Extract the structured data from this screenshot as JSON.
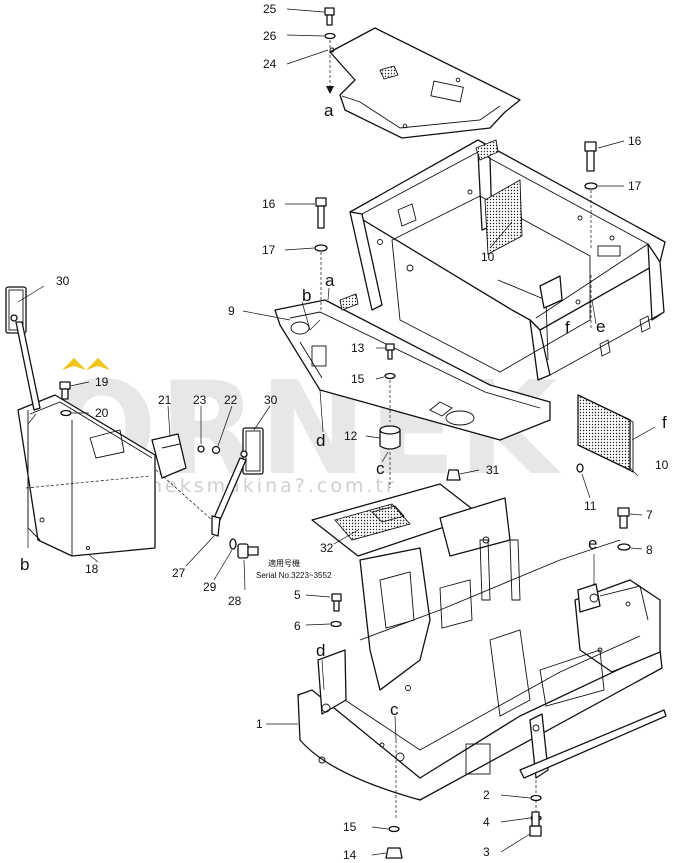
{
  "watermark": {
    "brand": "ORNEK",
    "url": "www.orneksmakina?.com.tr"
  },
  "serial_note": {
    "jp": "適用号機",
    "serial": "Serial No.3223~3552"
  },
  "connection_letters": {
    "a_top": "a",
    "a_mid": "a",
    "b_frame": "b",
    "b_panel": "b",
    "c_mid": "c",
    "c_low": "c",
    "d_mid": "d",
    "d_low": "d",
    "e_top": "e",
    "e_low": "e",
    "f_mid": "f",
    "f_panel": "f"
  },
  "part_numbers": {
    "p1": "1",
    "p2": "2",
    "p3": "3",
    "p4": "4",
    "p5": "5",
    "p6": "6",
    "p7": "7",
    "p8": "8",
    "p9": "9",
    "p10a": "10",
    "p10b": "10",
    "p11": "11",
    "p12": "12",
    "p13": "13",
    "p14": "14",
    "p15a": "15",
    "p15b": "15",
    "p16a": "16",
    "p16b": "16",
    "p17a": "17",
    "p17b": "17",
    "p18": "18",
    "p19": "19",
    "p20": "20",
    "p21": "21",
    "p22": "22",
    "p23": "23",
    "p24": "24",
    "p25": "25",
    "p26": "26",
    "p27": "27",
    "p28": "28",
    "p29": "29",
    "p30a": "30",
    "p30b": "30",
    "p31": "31",
    "p32": "32"
  },
  "colors": {
    "line": "#111111",
    "watermark": "#d4d4d4",
    "logo_accent": "#f0c419"
  }
}
